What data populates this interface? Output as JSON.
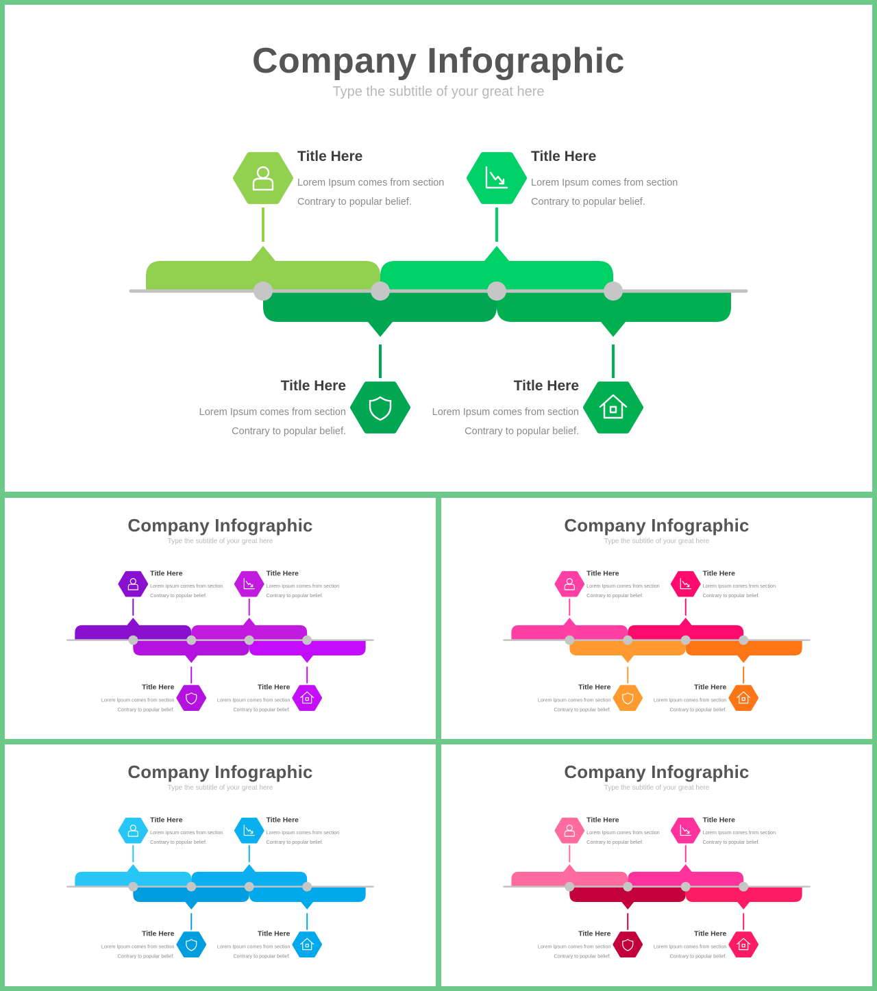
{
  "slide": {
    "title": "Company Infographic",
    "subtitle": "Type the subtitle of your great here"
  },
  "items": [
    {
      "title": "Title Here",
      "line1": "Lorem Ipsum comes from section",
      "line2": "Contrary to popular belief.",
      "icon": "user-icon"
    },
    {
      "title": "Title Here",
      "line1": "Lorem Ipsum comes from section",
      "line2": "Contrary to popular belief.",
      "icon": "chart-down-icon"
    },
    {
      "title": "Title Here",
      "line1": "Lorem Ipsum comes from section",
      "line2": "Contrary to popular belief.",
      "icon": "shield-icon"
    },
    {
      "title": "Title Here",
      "line1": "Lorem Ipsum comes from section",
      "line2": "Contrary to popular belief.",
      "icon": "home-icon"
    }
  ],
  "variants": [
    {
      "name": "green",
      "colors": [
        "#92d050",
        "#00d166",
        "#00a651",
        "#00b050"
      ]
    },
    {
      "name": "purple",
      "colors": [
        "#8a10d0",
        "#c21adf",
        "#b412df",
        "#c40cff"
      ]
    },
    {
      "name": "pink-orange",
      "colors": [
        "#ff3fa4",
        "#ff0b6e",
        "#ff9a30",
        "#ff7414"
      ]
    },
    {
      "name": "blue",
      "colors": [
        "#27c6f6",
        "#0aafef",
        "#009ddf",
        "#00a9ec"
      ]
    },
    {
      "name": "rose",
      "colors": [
        "#ff6b9e",
        "#ff339b",
        "#c4003c",
        "#ff1a64"
      ]
    }
  ],
  "style": {
    "axis_color": "#c2c2c2",
    "node_color": "#c6c6c6",
    "background": "#6dc98a"
  }
}
